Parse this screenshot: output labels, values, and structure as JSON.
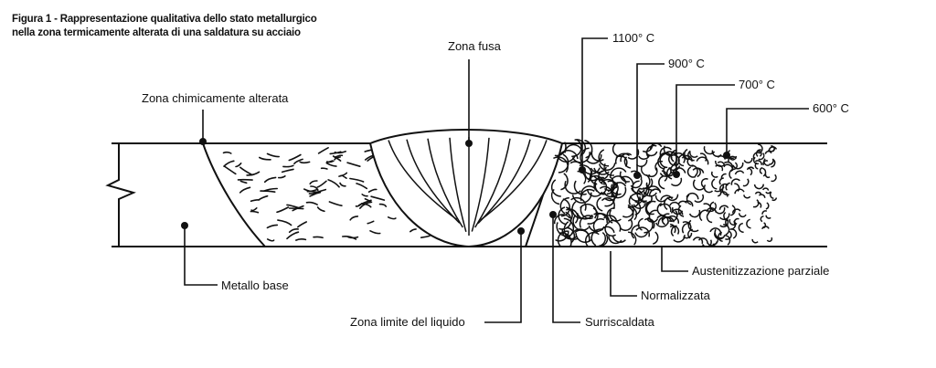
{
  "caption": {
    "line1": "Figura 1 - Rappresentazione qualitativa dello stato metallurgico",
    "line2": "nella zona termicamente alterata di una saldatura su acciaio"
  },
  "labels": {
    "zona_fusa": "Zona fusa",
    "zona_chimica": "Zona chimicamente alterata",
    "metallo_base": "Metallo base",
    "zona_limite": "Zona limite del liquido",
    "surriscaldata": "Surriscaldata",
    "normalizzata": "Normalizzata",
    "austenitizzazione": "Austenitizzazione parziale",
    "t1100": "1100° C",
    "t900": "900° C",
    "t700": "700° C",
    "t600": "600° C"
  }
}
